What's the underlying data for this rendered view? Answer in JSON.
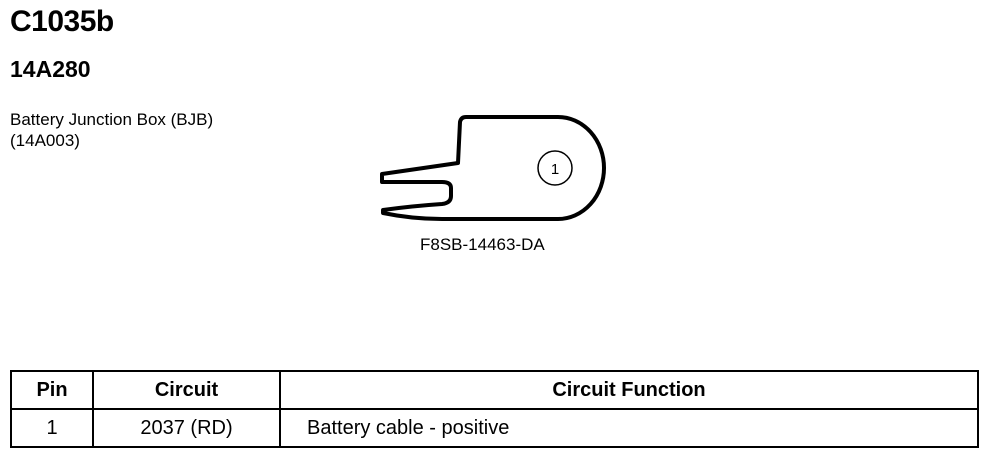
{
  "header": {
    "connector_id": "C1035b",
    "part_number": "14A280",
    "description_line1": "Battery Junction Box (BJB)",
    "description_line2": "(14A003)"
  },
  "diagram": {
    "pin_label": "1",
    "reference_code": "F8SB-14463-DA"
  },
  "pin_table": {
    "headers": {
      "pin": "Pin",
      "circuit": "Circuit",
      "function": "Circuit Function"
    },
    "rows": [
      {
        "pin": "1",
        "circuit": "2037 (RD)",
        "function": "Battery cable - positive"
      }
    ]
  }
}
